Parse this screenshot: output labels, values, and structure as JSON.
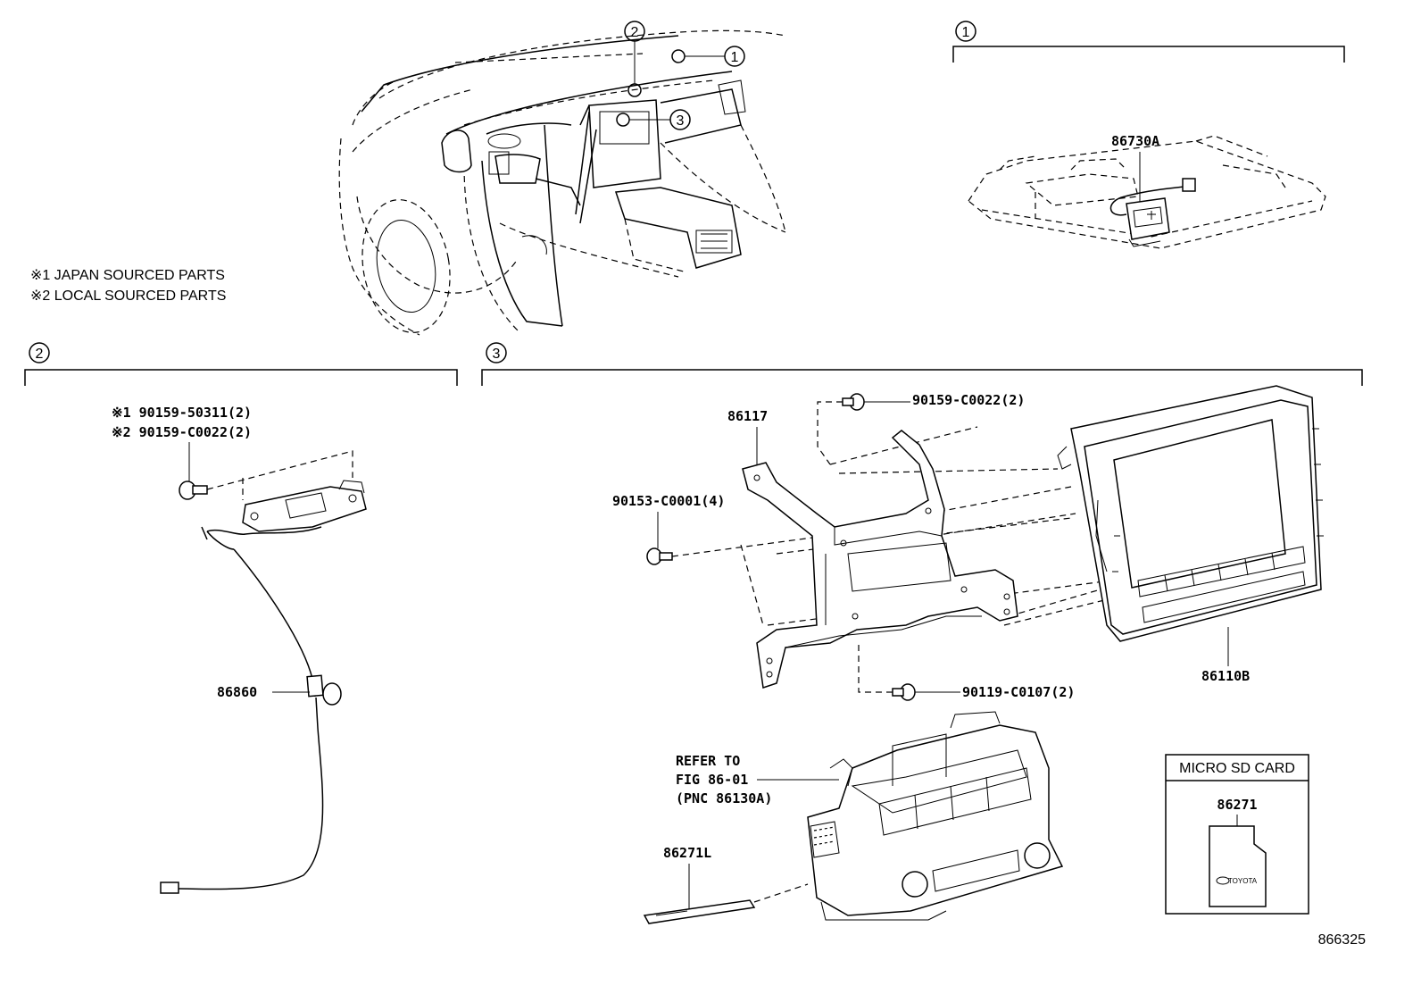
{
  "notes": {
    "note1": "※1 JAPAN SOURCED PARTS",
    "note2": "※2 LOCAL SOURCED PARTS"
  },
  "callouts": {
    "c1": "1",
    "c2": "2",
    "c3": "3"
  },
  "sections": {
    "s1": "1",
    "s2": "2",
    "s3": "3"
  },
  "parts": {
    "p86730A": "86730A",
    "p86860": "86860",
    "bolt_j": "※1 90159-50311(2)",
    "bolt_l": "※2 90159-C0022(2)",
    "p86117": "86117",
    "p90159_top": "90159-C0022(2)",
    "p90153": "90153-C0001(4)",
    "p90119": "90119-C0107(2)",
    "p86110B": "86110B",
    "refer1": "REFER TO",
    "refer2": "FIG 86-01",
    "refer3": "(PNC 86130A)",
    "p86271L": "86271L",
    "p86271": "86271"
  },
  "micro_sd": {
    "title": "MICRO SD CARD",
    "brand": "TOYOTA"
  },
  "figure_id": "866325"
}
